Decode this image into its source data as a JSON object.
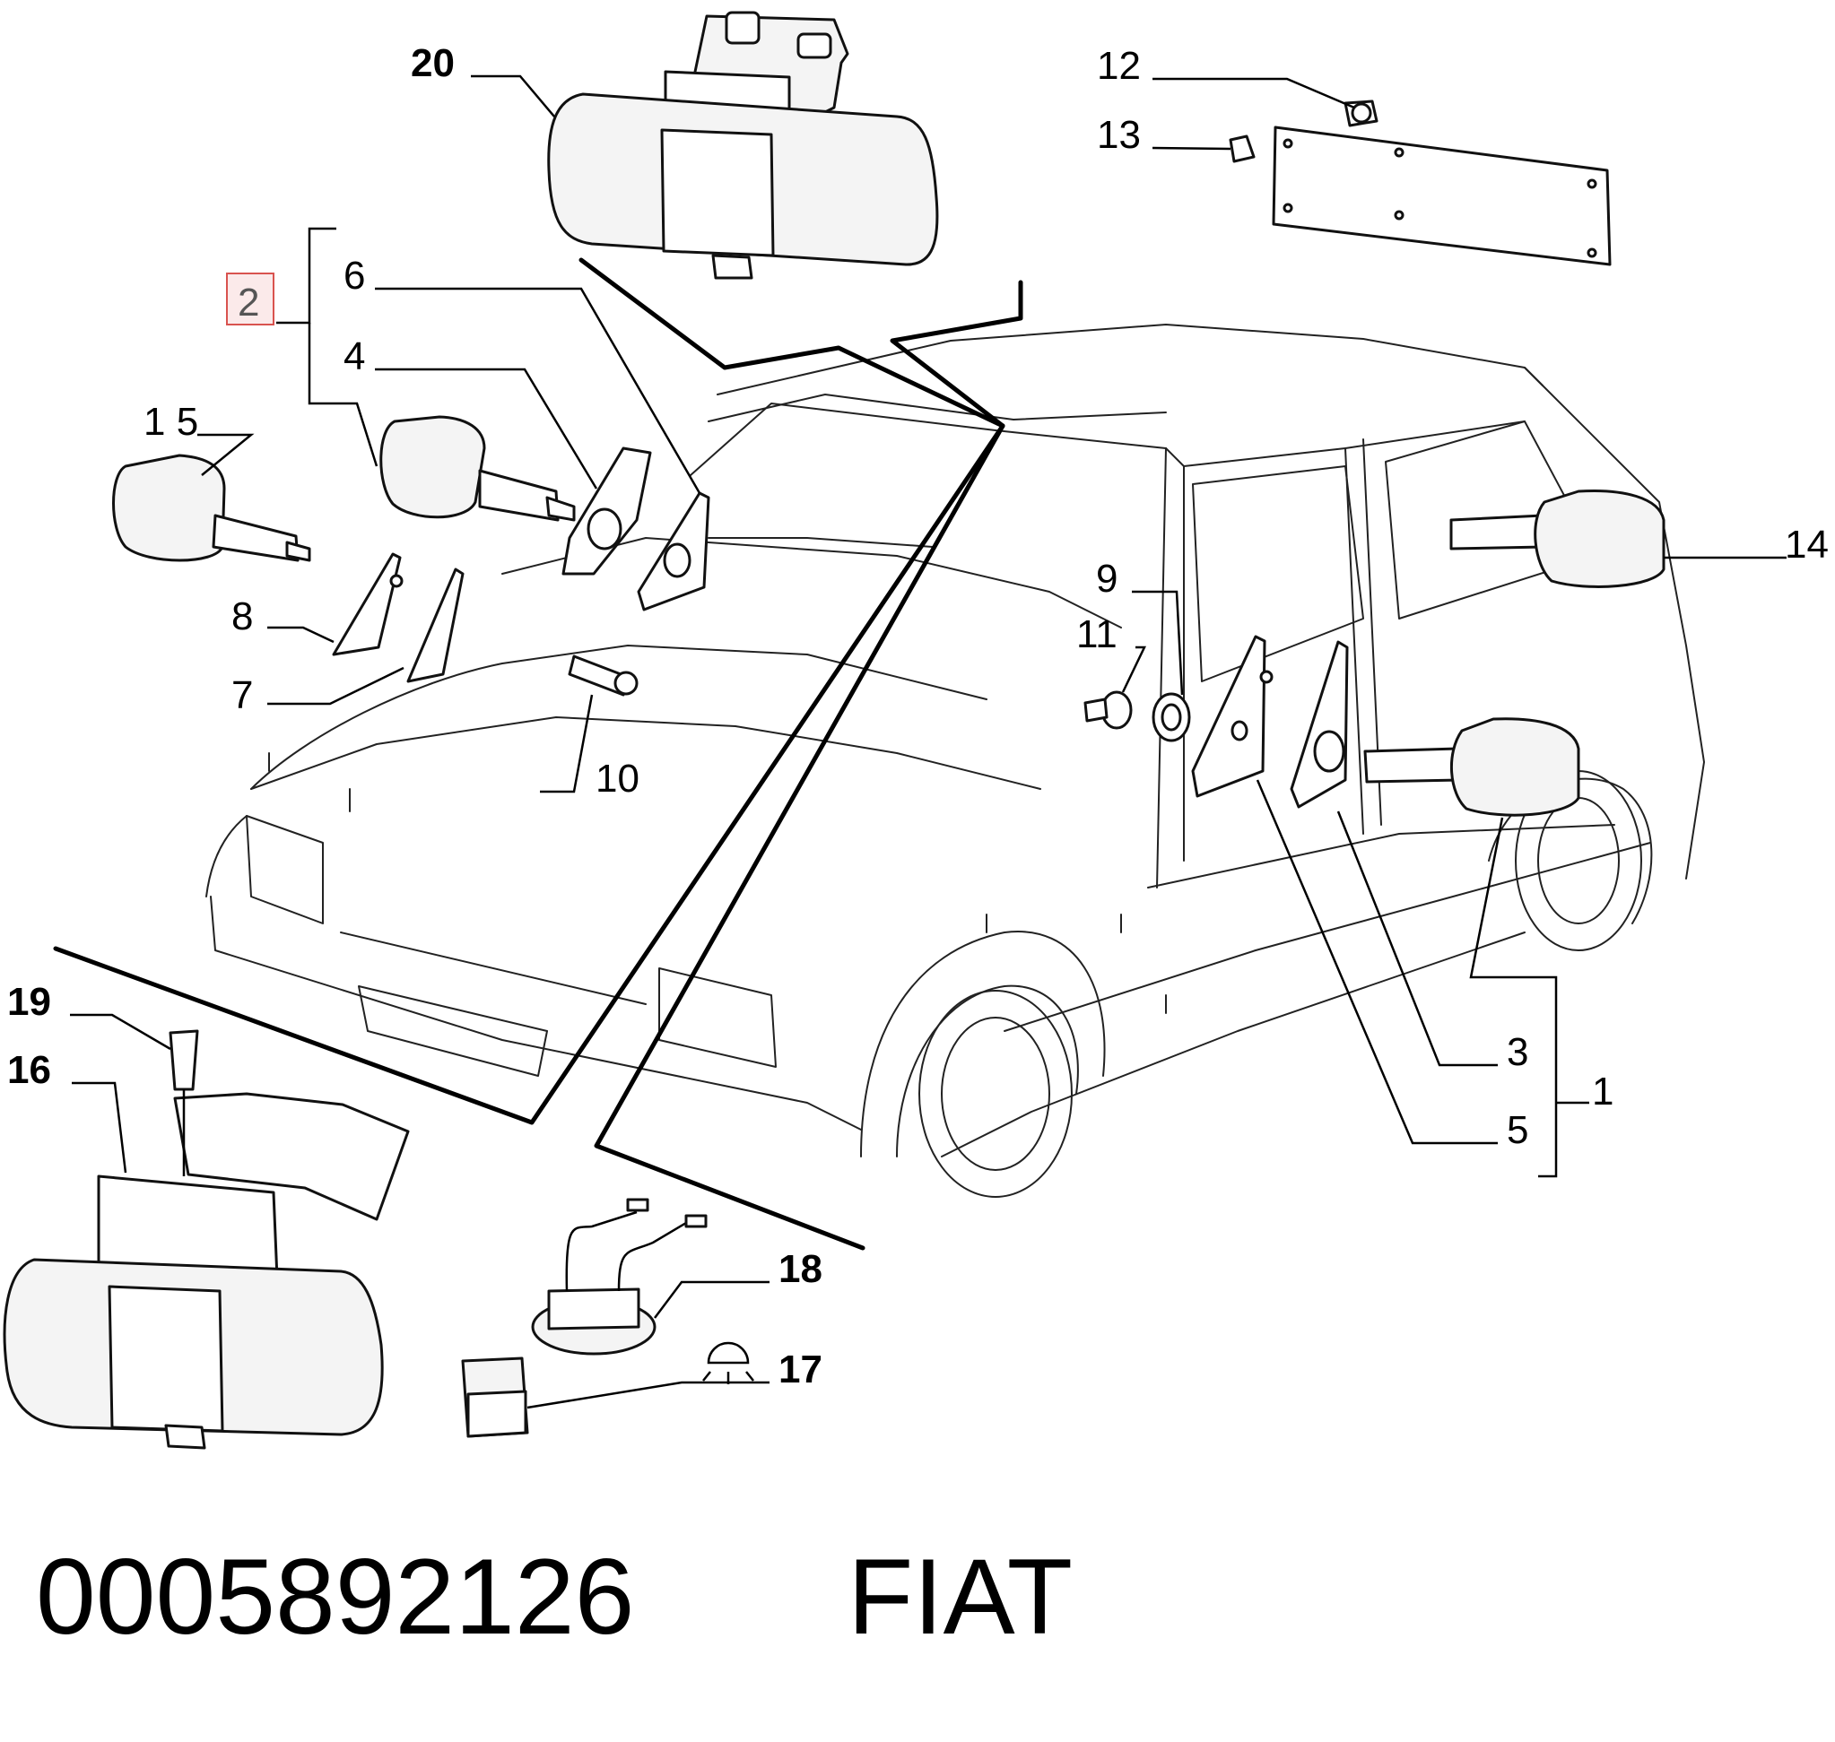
{
  "callouts": {
    "c20": "20",
    "c12": "12",
    "c13": "13",
    "c2": "2",
    "c6": "6",
    "c4": "4",
    "c15": "1 5",
    "c8": "8",
    "c7": "7",
    "c10": "10",
    "c9": "9",
    "c11": "11",
    "c14": "14",
    "c19": "19",
    "c16": "16",
    "c3": "3",
    "c1": "1",
    "c5": "5",
    "c18": "18",
    "c17": "17"
  },
  "footer": {
    "part_number": "0005892126",
    "brand": "FIAT"
  },
  "colors": {
    "highlight_border": "#d9534f",
    "highlight_fill": "#fbeaea",
    "ink": "#000000"
  }
}
